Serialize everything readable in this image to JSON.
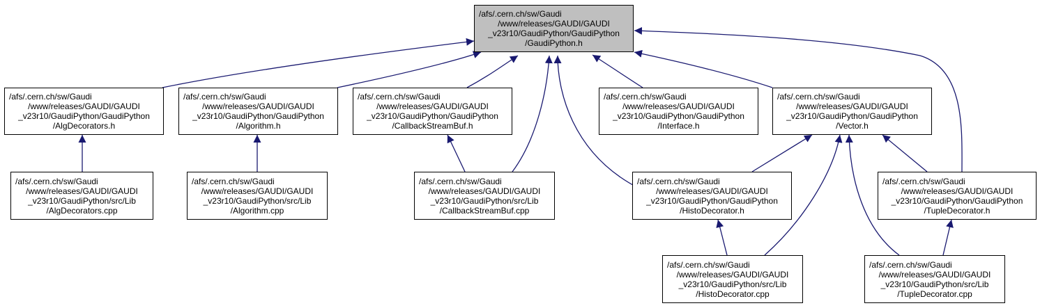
{
  "colors": {
    "edge": "#191970",
    "root_fill": "#bfbfbf",
    "node_fill": "#ffffff",
    "border": "#000000"
  },
  "nodes": {
    "root": [
      "/afs/.cern.ch/sw/Gaudi",
      "/www/releases/GAUDI/GAUDI",
      "_v23r10/GaudiPython/GaudiPython",
      "/GaudiPython.h"
    ],
    "algdecorators_h": [
      "/afs/.cern.ch/sw/Gaudi",
      "/www/releases/GAUDI/GAUDI",
      "_v23r10/GaudiPython/GaudiPython",
      "/AlgDecorators.h"
    ],
    "algorithm_h": [
      "/afs/.cern.ch/sw/Gaudi",
      "/www/releases/GAUDI/GAUDI",
      "_v23r10/GaudiPython/GaudiPython",
      "/Algorithm.h"
    ],
    "callbackstreambuf_h": [
      "/afs/.cern.ch/sw/Gaudi",
      "/www/releases/GAUDI/GAUDI",
      "_v23r10/GaudiPython/GaudiPython",
      "/CallbackStreamBuf.h"
    ],
    "interface_h": [
      "/afs/.cern.ch/sw/Gaudi",
      "/www/releases/GAUDI/GAUDI",
      "_v23r10/GaudiPython/GaudiPython",
      "/Interface.h"
    ],
    "vector_h": [
      "/afs/.cern.ch/sw/Gaudi",
      "/www/releases/GAUDI/GAUDI",
      "_v23r10/GaudiPython/GaudiPython",
      "/Vector.h"
    ],
    "algdecorators_cpp": [
      "/afs/.cern.ch/sw/Gaudi",
      "/www/releases/GAUDI/GAUDI",
      "_v23r10/GaudiPython/src/Lib",
      "/AlgDecorators.cpp"
    ],
    "algorithm_cpp": [
      "/afs/.cern.ch/sw/Gaudi",
      "/www/releases/GAUDI/GAUDI",
      "_v23r10/GaudiPython/src/Lib",
      "/Algorithm.cpp"
    ],
    "callbackstreambuf_cpp": [
      "/afs/.cern.ch/sw/Gaudi",
      "/www/releases/GAUDI/GAUDI",
      "_v23r10/GaudiPython/src/Lib",
      "/CallbackStreamBuf.cpp"
    ],
    "histodecorator_h": [
      "/afs/.cern.ch/sw/Gaudi",
      "/www/releases/GAUDI/GAUDI",
      "_v23r10/GaudiPython/GaudiPython",
      "/HistoDecorator.h"
    ],
    "tupledecorator_h": [
      "/afs/.cern.ch/sw/Gaudi",
      "/www/releases/GAUDI/GAUDI",
      "_v23r10/GaudiPython/GaudiPython",
      "/TupleDecorator.h"
    ],
    "histodecorator_cpp": [
      "/afs/.cern.ch/sw/Gaudi",
      "/www/releases/GAUDI/GAUDI",
      "_v23r10/GaudiPython/src/Lib",
      "/HistoDecorator.cpp"
    ],
    "tupledecorator_cpp": [
      "/afs/.cern.ch/sw/Gaudi",
      "/www/releases/GAUDI/GAUDI",
      "_v23r10/GaudiPython/src/Lib",
      "/TupleDecorator.cpp"
    ]
  },
  "edges": [
    [
      "algdecorators_h",
      "root"
    ],
    [
      "algorithm_h",
      "root"
    ],
    [
      "callbackstreambuf_h",
      "root"
    ],
    [
      "callbackstreambuf_cpp",
      "root"
    ],
    [
      "histodecorator_h",
      "root"
    ],
    [
      "interface_h",
      "root"
    ],
    [
      "vector_h",
      "root"
    ],
    [
      "tupledecorator_h",
      "root"
    ],
    [
      "algdecorators_cpp",
      "algdecorators_h"
    ],
    [
      "algorithm_cpp",
      "algorithm_h"
    ],
    [
      "callbackstreambuf_cpp",
      "callbackstreambuf_h"
    ],
    [
      "histodecorator_h",
      "vector_h"
    ],
    [
      "histodecorator_cpp",
      "vector_h"
    ],
    [
      "tupledecorator_h",
      "vector_h"
    ],
    [
      "tupledecorator_cpp",
      "vector_h"
    ],
    [
      "histodecorator_cpp",
      "histodecorator_h"
    ],
    [
      "tupledecorator_cpp",
      "tupledecorator_h"
    ]
  ]
}
